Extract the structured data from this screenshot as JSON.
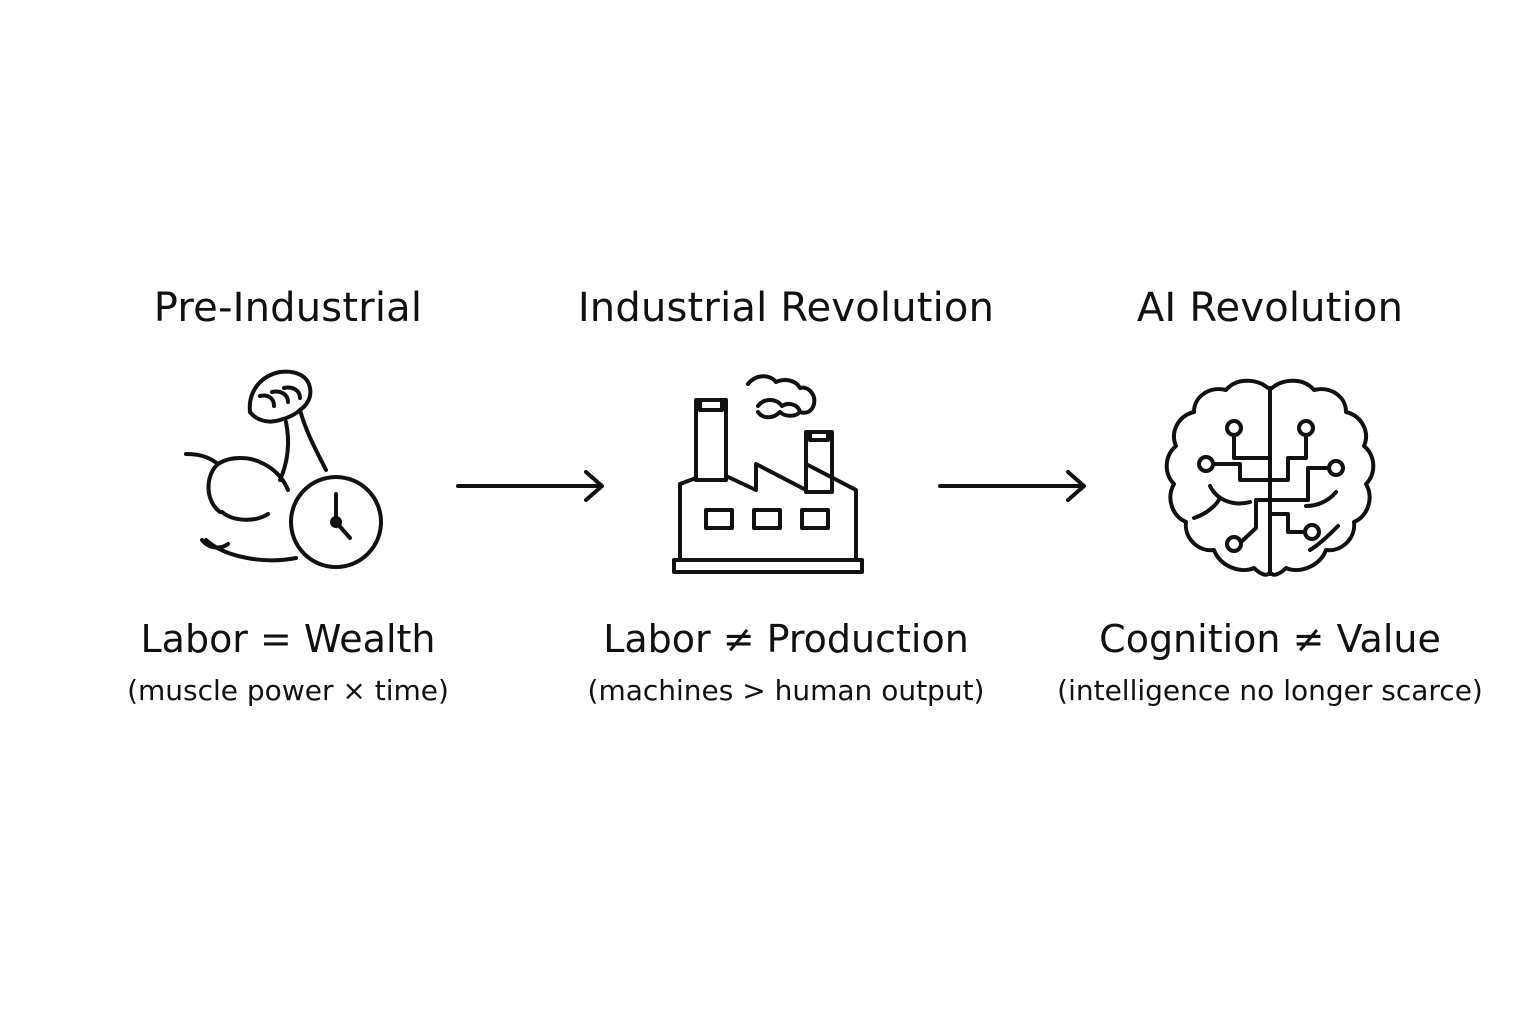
{
  "diagram": {
    "stages": [
      {
        "title": "Pre-Industrial",
        "icon": "flexed-arm-clock-icon",
        "equation": "Labor = Wealth",
        "subtext": "(muscle power × time)"
      },
      {
        "title": "Industrial Revolution",
        "icon": "factory-icon",
        "equation": "Labor ≠ Production",
        "subtext": "(machines > human output)"
      },
      {
        "title": "AI Revolution",
        "icon": "circuit-brain-icon",
        "equation": "Cognition ≠ Value",
        "subtext": "(intelligence no longer scarce)"
      }
    ],
    "arrows": [
      "arrow-right-icon",
      "arrow-right-icon"
    ],
    "colors": {
      "ink": "#111111",
      "background": "#ffffff"
    }
  }
}
